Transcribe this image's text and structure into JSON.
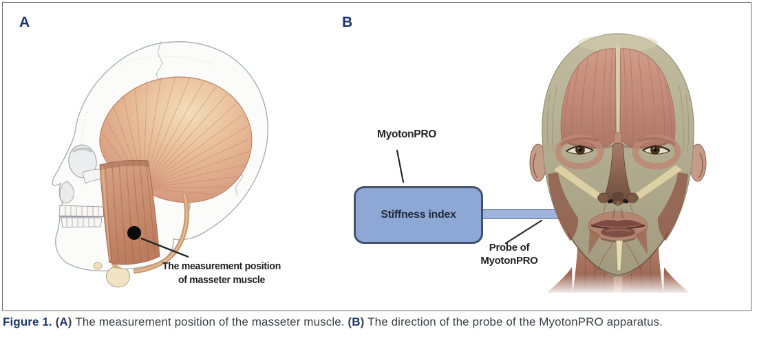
{
  "figure": {
    "panels": {
      "a": {
        "label": "A",
        "annotation": {
          "line1": "The measurement position",
          "line2": "of masseter muscle"
        }
      },
      "b": {
        "label": "B",
        "device_label": "MyotonPRO",
        "device_screen_text": "Stiffness index",
        "probe_label": {
          "line1": "Probe of",
          "line2": "MyotonPRO"
        }
      }
    },
    "caption": {
      "figure_label": "Figure 1.",
      "part_a": {
        "open": " (",
        "letter": "A",
        "close": ") ",
        "text": "The measurement position of the masseter muscle."
      },
      "part_b": {
        "open": " (",
        "letter": "B",
        "close": ") ",
        "text": "The direction of the probe of the MyotonPRO apparatus."
      }
    },
    "colors": {
      "panel_label": "#16356e",
      "device_fill": "#8ea8d6",
      "device_border": "#42526b",
      "probe_fill": "#9fb4dc",
      "leader_line": "#2a2a2a",
      "marker_dot": "#0b0b0b",
      "figure_border": "#6f6f6f",
      "caption_text": "#3a3f46",
      "skull_muscle_salmon": "#cf9177",
      "face_muscle_pink": "#c28f7b"
    }
  }
}
